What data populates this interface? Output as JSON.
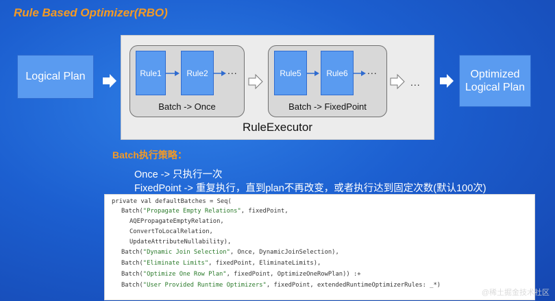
{
  "title": "Rule Based Optimizer(RBO)",
  "diagram": {
    "input_label": "Logical Plan",
    "output_label_line1": "Optimized",
    "output_label_line2": "Logical Plan",
    "executor_label": "RuleExecutor",
    "batches": [
      {
        "label": "Batch -> Once",
        "rules": [
          "Rule1",
          "Rule2"
        ],
        "ellipsis": "..."
      },
      {
        "label": "Batch -> FixedPoint",
        "rules": [
          "Rule5",
          "Rule6"
        ],
        "ellipsis": "..."
      }
    ],
    "between_ellipsis": "...",
    "colors": {
      "box": "#5a9bf0",
      "title": "#f39a25",
      "background": "#1c5fd0"
    }
  },
  "strategy": {
    "heading": "Batch执行策略：",
    "line1": "Once -> 只执行一次",
    "line2": "FixedPoint -> 重复执行，直到plan不再改变，或者执行达到固定次数(默认100次)"
  },
  "code": {
    "line1": "private val defaultBatches = Seq(",
    "line2_pre": "Batch(",
    "line2_str": "\"Propagate Empty Relations\"",
    "line2_post": ", fixedPoint,",
    "line3": "AQEPropagateEmptyRelation,",
    "line4": "ConvertToLocalRelation,",
    "line5": "UpdateAttributeNullability),",
    "line6_pre": "Batch(",
    "line6_str": "\"Dynamic Join Selection\"",
    "line6_post": ", Once, DynamicJoinSelection),",
    "line7_pre": "Batch(",
    "line7_str": "\"Eliminate Limits\"",
    "line7_post": ", fixedPoint, EliminateLimits),",
    "line8_pre": "Batch(",
    "line8_str": "\"Optimize One Row Plan\"",
    "line8_post": ", fixedPoint, OptimizeOneRowPlan)) :+",
    "line9_pre": "Batch(",
    "line9_str": "\"User Provided Runtime Optimizers\"",
    "line9_post": ", fixedPoint, extendedRuntimeOptimizerRules: _*)"
  },
  "watermark": "@稀土掘金技术社区"
}
